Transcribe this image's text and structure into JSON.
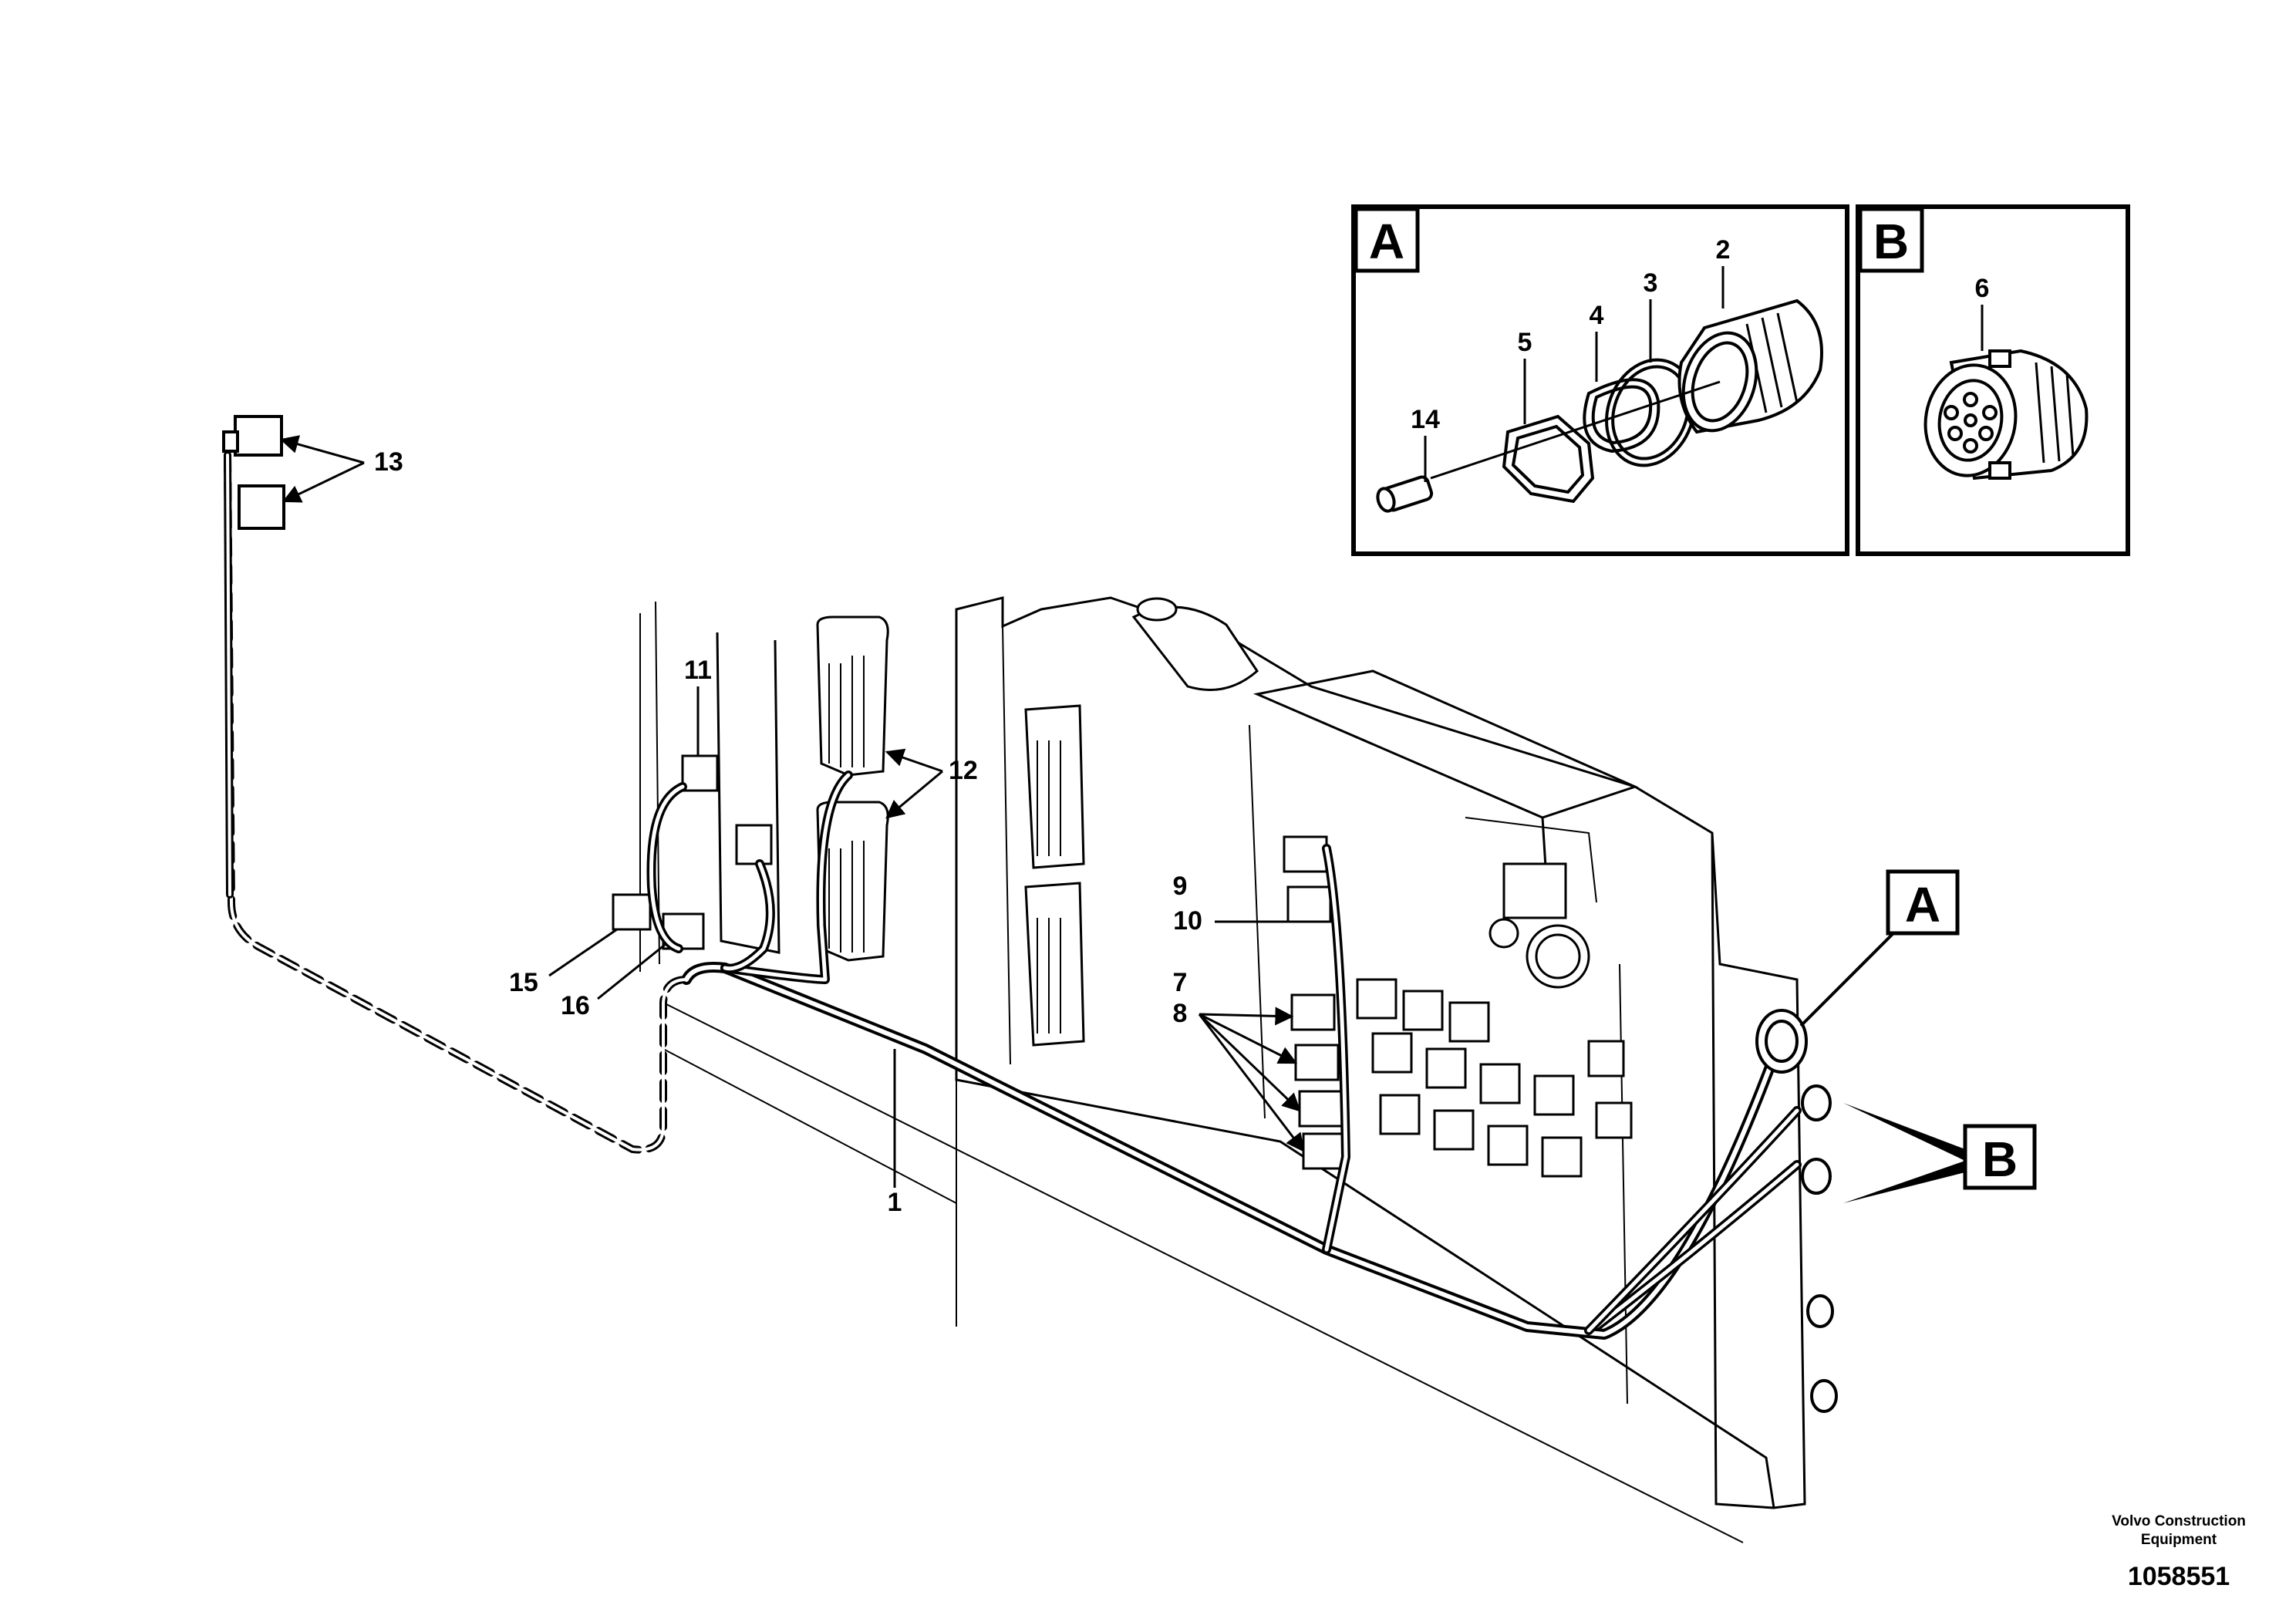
{
  "detail_views": {
    "a": {
      "letter": "A",
      "callouts": [
        "2",
        "3",
        "4",
        "5",
        "14"
      ]
    },
    "b": {
      "letter": "B",
      "callouts": [
        "6"
      ]
    }
  },
  "callouts": {
    "n1": "1",
    "n2": "2",
    "n3": "3",
    "n4": "4",
    "n5": "5",
    "n6": "6",
    "n7": "7",
    "n8": "8",
    "n9": "9",
    "n10": "10",
    "n11": "11",
    "n12": "12",
    "n13": "13",
    "n14": "14",
    "n15": "15",
    "n16": "16"
  },
  "markers": {
    "a": "A",
    "b": "B"
  },
  "footer": {
    "brand_line1": "Volvo Construction",
    "brand_line2": "Equipment",
    "drawing_number": "1058551"
  }
}
